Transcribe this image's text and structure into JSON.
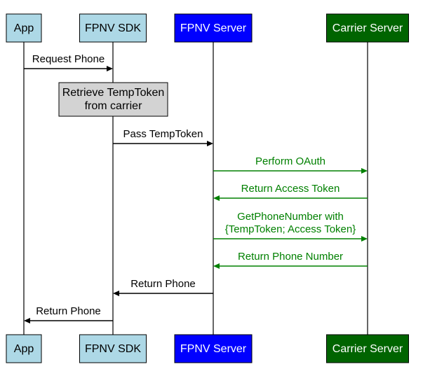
{
  "participants": [
    {
      "id": "app",
      "label": "App",
      "fill": "#add8e6",
      "text_color": "#000000"
    },
    {
      "id": "sdk",
      "label": "FPNV SDK",
      "fill": "#add8e6",
      "text_color": "#000000"
    },
    {
      "id": "server",
      "label": "FPNV Server",
      "fill": "#0000ff",
      "text_color": "#ffffff"
    },
    {
      "id": "carrier",
      "label": "Carrier Server",
      "fill": "#006400",
      "text_color": "#ffffff"
    }
  ],
  "note": {
    "lines": [
      "Retrieve TempToken",
      "from carrier"
    ],
    "fill": "#d3d3d3",
    "on": "sdk"
  },
  "messages": [
    {
      "from": "app",
      "to": "sdk",
      "lines": [
        "Request Phone"
      ],
      "color": "#000000"
    },
    {
      "from": "sdk",
      "to": "server",
      "lines": [
        "Pass TempToken"
      ],
      "color": "#000000"
    },
    {
      "from": "server",
      "to": "carrier",
      "lines": [
        "Perform OAuth"
      ],
      "color": "#008000"
    },
    {
      "from": "carrier",
      "to": "server",
      "lines": [
        "Return Access Token"
      ],
      "color": "#008000"
    },
    {
      "from": "server",
      "to": "carrier",
      "lines": [
        "GetPhoneNumber with",
        "{TempToken; Access Token}"
      ],
      "color": "#008000"
    },
    {
      "from": "carrier",
      "to": "server",
      "lines": [
        "Return Phone Number"
      ],
      "color": "#008000"
    },
    {
      "from": "server",
      "to": "sdk",
      "lines": [
        "Return Phone"
      ],
      "color": "#000000"
    },
    {
      "from": "sdk",
      "to": "app",
      "lines": [
        "Return Phone"
      ],
      "color": "#000000"
    }
  ]
}
